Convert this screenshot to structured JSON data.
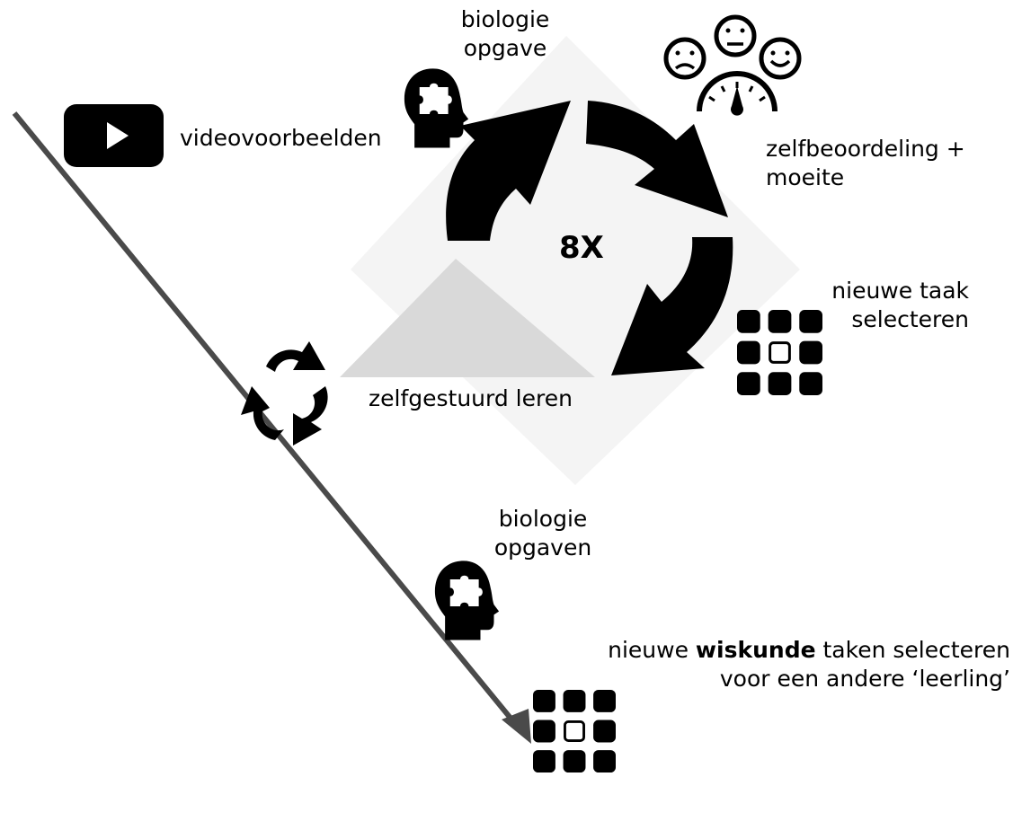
{
  "labels": {
    "biologie_opgave_line1": "biologie",
    "biologie_opgave_line2": "opgave",
    "videovoorbeelden": "videovoorbeelden",
    "zelfbeoordeling_line1": "zelfbeoordeling  +",
    "zelfbeoordeling_line2": "moeite",
    "center_count": "8X",
    "nieuwe_taak_line1": "nieuwe taak",
    "nieuwe_taak_line2": "selecteren",
    "zelfgestuurd_leren": "zelfgestuurd leren",
    "biologie_opgaven_line1": "biologie",
    "biologie_opgaven_line2": "opgaven",
    "wiskunde_line1_pre": "nieuwe ",
    "wiskunde_line1_bold": "wiskunde",
    "wiskunde_line1_post": " taken selecteren",
    "wiskunde_line2": "voor een andere ‘leerling’"
  },
  "icons": {
    "play": "video-play-icon",
    "head_puzzle": "head-puzzle-icon",
    "emotion_meter": "emotion-meter-icon",
    "task_grid": "task-grid-icon",
    "cycle": "cycle-arrows-icon"
  },
  "colors": {
    "arrow": "#000000",
    "timeline": "#4a4a4a",
    "diamond": "#f4f4f4",
    "triangle": "#d9d9d9"
  }
}
